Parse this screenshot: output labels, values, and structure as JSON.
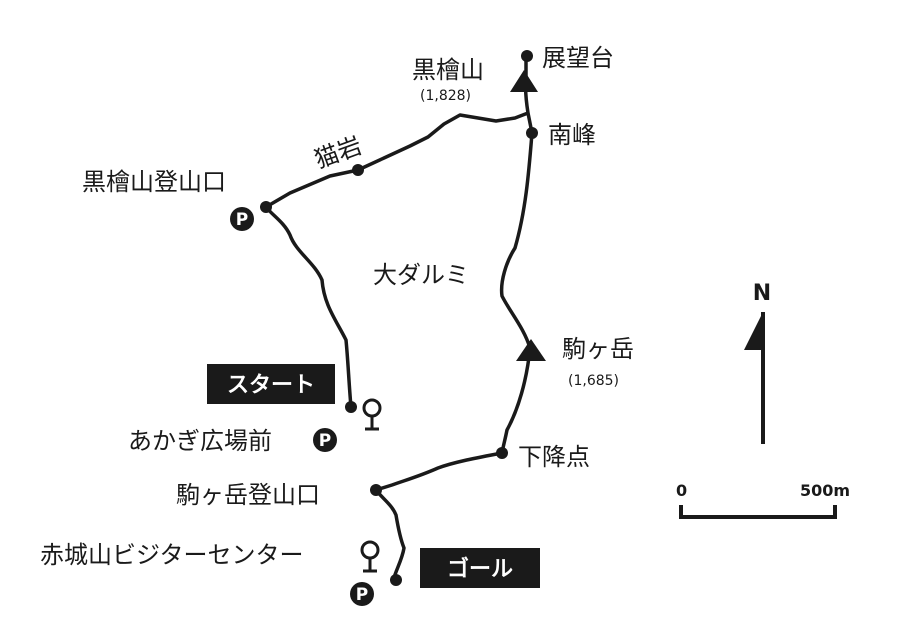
{
  "colors": {
    "ink": "#1a1a1a",
    "background": "#ffffff",
    "tag_text": "#ffffff"
  },
  "labels": {
    "kurobisan": "黒檜山",
    "kurobisan_elev": "(1,828)",
    "tenbodai": "展望台",
    "minamimine": "南峰",
    "nekoiwa": "猫岩",
    "kurobisan_trailhead": "黒檜山登山口",
    "odarumi": "大ダルミ",
    "komagatake": "駒ヶ岳",
    "komagatake_elev": "(1,685)",
    "start": "スタート",
    "akagi_hiroba_mae": "あかぎ広場前",
    "kakoten": "下降点",
    "komagatake_trailhead": "駒ヶ岳登山口",
    "visitor_center": "赤城山ビジターセンター",
    "goal": "ゴール",
    "parking": "P",
    "north": "N",
    "scale_zero": "0",
    "scale_max": "500m"
  },
  "icons": {
    "summit": "mountain-peak-triangle",
    "waypoint": "filled-dot",
    "parking": "parking-circle-icon",
    "bus_stop": "bus-stop-icon",
    "north_arrow": "north-arrow-icon"
  }
}
